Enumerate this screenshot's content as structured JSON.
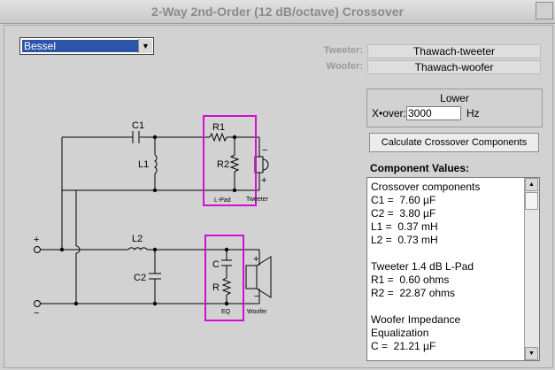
{
  "window": {
    "title": "2-Way 2nd-Order (12 dB/octave) Crossover"
  },
  "filter": {
    "selected": "Bessel"
  },
  "drivers": {
    "tweeter_label": "Tweeter:",
    "tweeter_value": "Thawach-tweeter",
    "woofer_label": "Woofer:",
    "woofer_value": "Thawach-woofer"
  },
  "crossover": {
    "heading": "Lower",
    "label": "X•over:",
    "value": "3000",
    "unit": "Hz"
  },
  "calc_button": "Calculate Crossover Components",
  "components": {
    "heading": "Component Values:",
    "lines": [
      "Crossover components",
      "C1 =  7.60 µF",
      "C2 =  3.80 µF",
      "L1 =  0.37 mH",
      "L2 =  0.73 mH",
      "",
      "Tweeter 1.4 dB L-Pad",
      "R1 =  0.60 ohms",
      "R2 =  22.87 ohms",
      "",
      "Woofer Impedance",
      "Equalization",
      "C =  21.21 µF"
    ]
  },
  "schematic": {
    "C1": "C1",
    "R1": "R1",
    "L1": "L1",
    "R2": "R2",
    "L2": "L2",
    "C2": "C2",
    "C": "C",
    "R": "R",
    "lpad": "L-Pad",
    "tweeter": "Tweeter",
    "eq": "EQ",
    "woofer": "Woofer",
    "plus": "+",
    "minus": "−",
    "highlight_color": "#d010d0"
  }
}
